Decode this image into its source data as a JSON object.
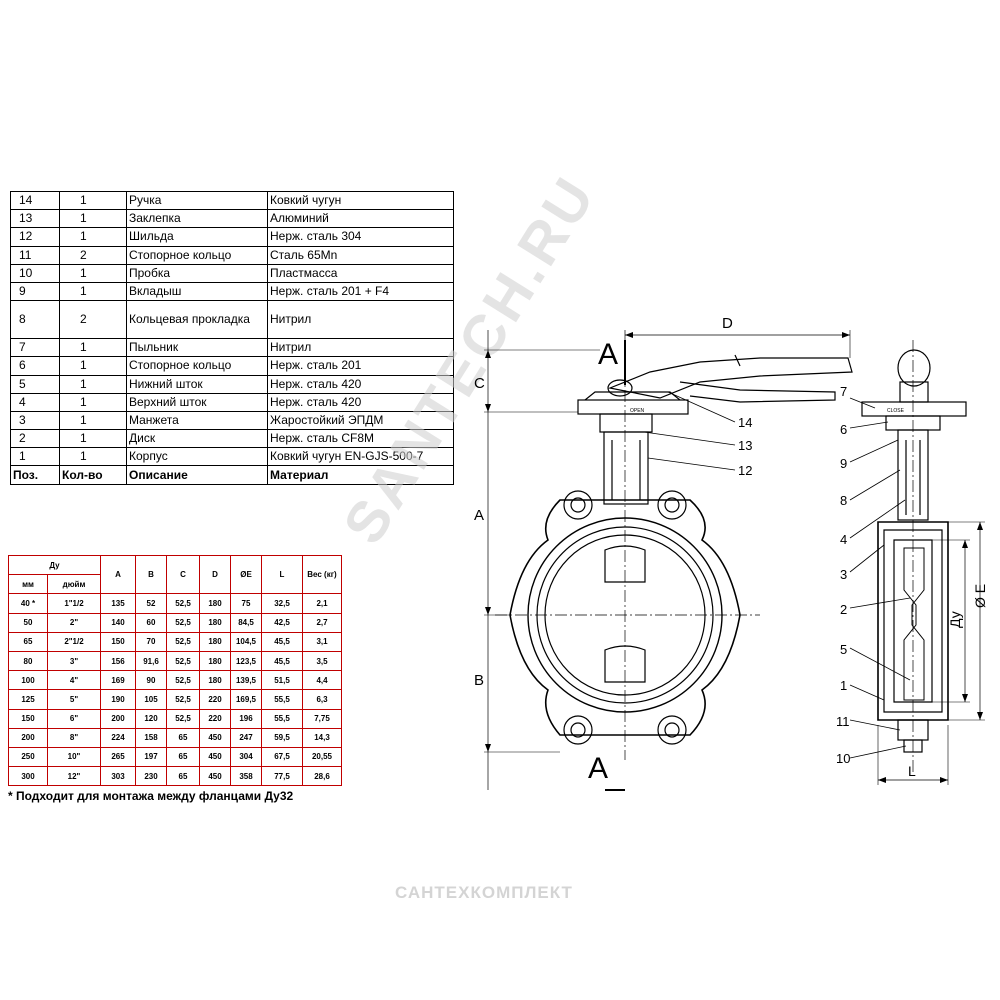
{
  "parts_table": {
    "headers": [
      "Поз.",
      "Кол-во",
      "Описание",
      "Материал"
    ],
    "rows": [
      {
        "pos": "14",
        "qty": "1",
        "desc": "Ручка",
        "mat": "Ковкий чугун"
      },
      {
        "pos": "13",
        "qty": "1",
        "desc": "Заклепка",
        "mat": "Алюминий"
      },
      {
        "pos": "12",
        "qty": "1",
        "desc": "Шильда",
        "mat": "Нерж. сталь 304"
      },
      {
        "pos": "11",
        "qty": "2",
        "desc": "Стопорное кольцо",
        "mat": "Сталь 65Mn"
      },
      {
        "pos": "10",
        "qty": "1",
        "desc": "Пробка",
        "mat": "Пластмасса"
      },
      {
        "pos": "9",
        "qty": "1",
        "desc": "Вкладыш",
        "mat": "Нерж. сталь 201 + F4"
      },
      {
        "pos": "8",
        "qty": "2",
        "desc": "Кольцевая прокладка",
        "mat": "Нитрил"
      },
      {
        "pos": "7",
        "qty": "1",
        "desc": "Пыльник",
        "mat": "Нитрил"
      },
      {
        "pos": "6",
        "qty": "1",
        "desc": "Стопорное кольцо",
        "mat": "Нерж. сталь 201"
      },
      {
        "pos": "5",
        "qty": "1",
        "desc": "Нижний шток",
        "mat": "Нерж. сталь 420"
      },
      {
        "pos": "4",
        "qty": "1",
        "desc": "Верхний шток",
        "mat": "Нерж. сталь 420"
      },
      {
        "pos": "3",
        "qty": "1",
        "desc": "Манжета",
        "mat": "Жаростойкий ЭПДМ"
      },
      {
        "pos": "2",
        "qty": "1",
        "desc": "Диск",
        "mat": "Нерж. сталь CF8M"
      },
      {
        "pos": "1",
        "qty": "1",
        "desc": "Корпус",
        "mat": "Ковкий чугун EN-GJS-500-7"
      }
    ]
  },
  "dims_table": {
    "header_du": "Ду",
    "header_mm": "мм",
    "header_inch": "дюйм",
    "columns": [
      "A",
      "B",
      "C",
      "D",
      "ØE",
      "L"
    ],
    "header_weight": "Вес (кг)",
    "rows": [
      [
        "40 *",
        "1\"1/2",
        "135",
        "52",
        "52,5",
        "180",
        "75",
        "32,5",
        "2,1"
      ],
      [
        "50",
        "2\"",
        "140",
        "60",
        "52,5",
        "180",
        "84,5",
        "42,5",
        "2,7"
      ],
      [
        "65",
        "2\"1/2",
        "150",
        "70",
        "52,5",
        "180",
        "104,5",
        "45,5",
        "3,1"
      ],
      [
        "80",
        "3\"",
        "156",
        "91,6",
        "52,5",
        "180",
        "123,5",
        "45,5",
        "3,5"
      ],
      [
        "100",
        "4\"",
        "169",
        "90",
        "52,5",
        "180",
        "139,5",
        "51,5",
        "4,4"
      ],
      [
        "125",
        "5\"",
        "190",
        "105",
        "52,5",
        "220",
        "169,5",
        "55,5",
        "6,3"
      ],
      [
        "150",
        "6\"",
        "200",
        "120",
        "52,5",
        "220",
        "196",
        "55,5",
        "7,75"
      ],
      [
        "200",
        "8\"",
        "224",
        "158",
        "65",
        "450",
        "247",
        "59,5",
        "14,3"
      ],
      [
        "250",
        "10\"",
        "265",
        "197",
        "65",
        "450",
        "304",
        "67,5",
        "20,55"
      ],
      [
        "300",
        "12\"",
        "303",
        "230",
        "65",
        "450",
        "358",
        "77,5",
        "28,6"
      ]
    ]
  },
  "footnote": "* Подходит для монтажа между фланцами Ду32",
  "drawing": {
    "section_label_top": "A",
    "section_label_bottom": "A",
    "dim_labels": {
      "D": "D",
      "C": "C",
      "A": "A",
      "B": "B",
      "E": "Ø E",
      "Du": "Ду",
      "L": "L"
    },
    "callouts_front": [
      "14",
      "13",
      "12"
    ],
    "callouts_side": [
      "7",
      "6",
      "9",
      "8",
      "4",
      "3",
      "2",
      "5",
      "1",
      "11",
      "10"
    ],
    "handle_text": {
      "close": "CLOSE",
      "open": "OPEN"
    }
  },
  "watermark": {
    "main": "SANTECH.RU",
    "brand": "САНТЕХКОМПЛЕКТ"
  },
  "colors": {
    "table_border_red": "#c00000",
    "line": "#000000",
    "watermark": "#cfcfcf"
  }
}
